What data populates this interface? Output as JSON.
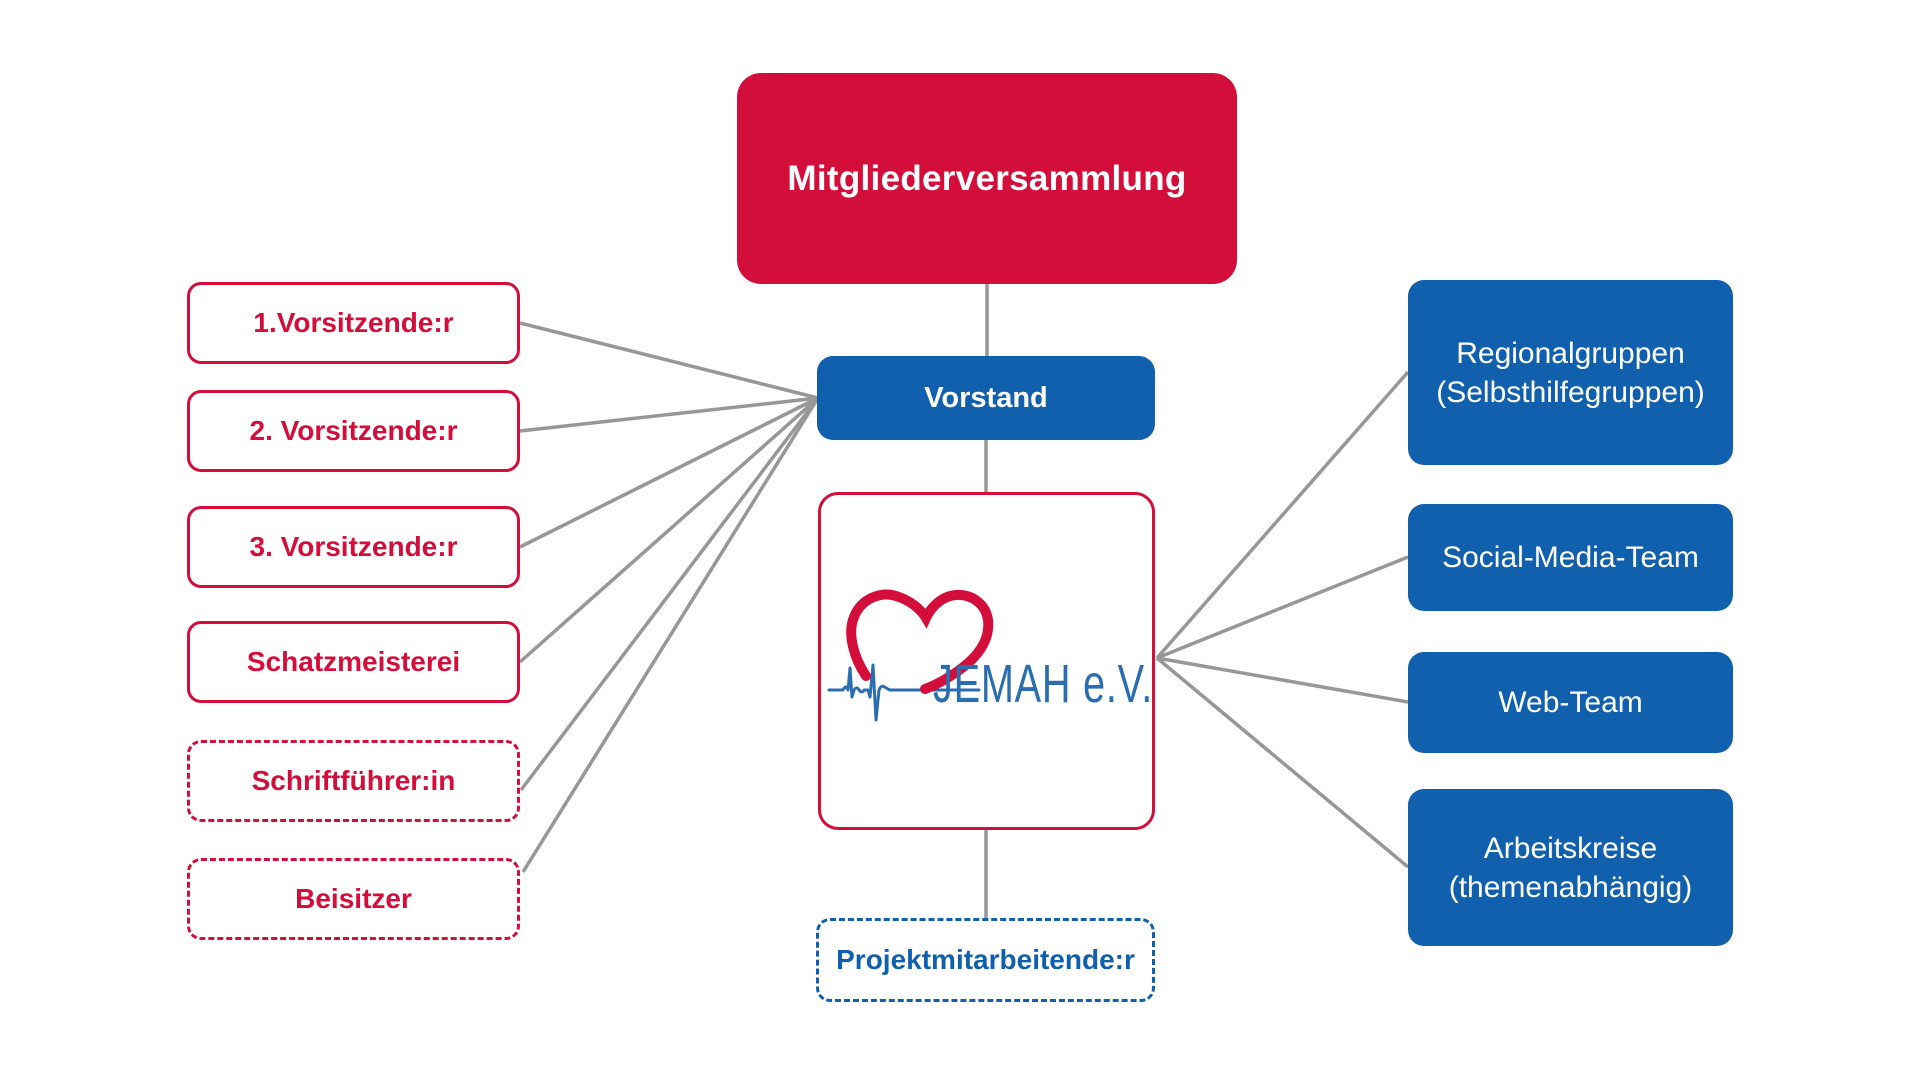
{
  "org": {
    "assembly": {
      "label": "Mitgliederversammlung"
    },
    "board": {
      "label": "Vorstand"
    },
    "logo": {
      "text": "JEMAH e.V."
    },
    "project": {
      "label": "Projektmitarbeitende:r"
    },
    "board_roles": [
      {
        "label": "1.Vorsitzende:r",
        "border": "solid"
      },
      {
        "label": "2. Vorsitzende:r",
        "border": "solid"
      },
      {
        "label": "3. Vorsitzende:r",
        "border": "solid"
      },
      {
        "label": "Schatzmeisterei",
        "border": "solid"
      },
      {
        "label": "Schriftführer:in",
        "border": "dashed"
      },
      {
        "label": "Beisitzer",
        "border": "dashed"
      }
    ],
    "teams": [
      {
        "label": "Regionalgruppen (Selbsthilfegruppen)"
      },
      {
        "label": "Social-Media-Team"
      },
      {
        "label": "Web-Team"
      },
      {
        "label": "Arbeitskreise (themenabhängig)"
      }
    ],
    "colors": {
      "red": "#D40E3B",
      "blue": "#1160AD",
      "logo_blue": "#2B6EB0",
      "connector_gray": "#979797",
      "background": "#FFFFFF"
    }
  }
}
